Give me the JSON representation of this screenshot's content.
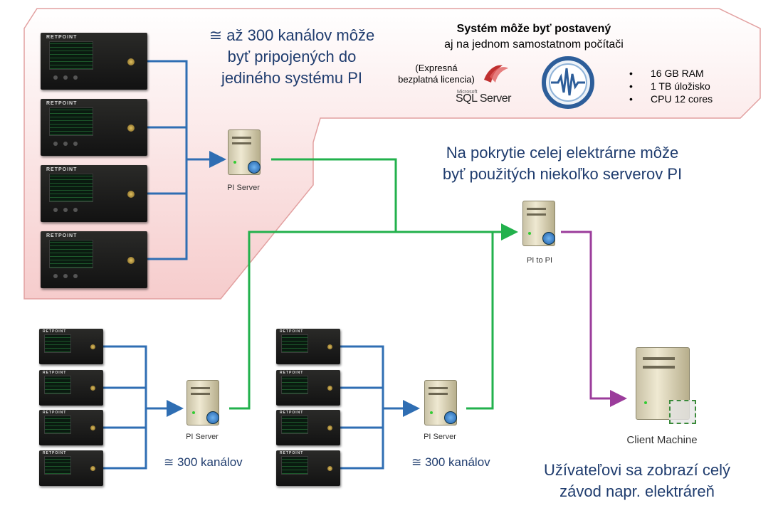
{
  "top_left_note": [
    "≅ až 300 kanálov môže",
    "byť pripojených do",
    "jediného systému PI"
  ],
  "standalone": {
    "title": "Systém môže byť postavený",
    "subtitle": "aj na jednom samostatnom počítači",
    "license_note": "(Expresná\nbezplatná licencia)",
    "sql_vendor": "Microsoft",
    "sql_logo": "SQL Server",
    "specs": [
      "16 GB RAM",
      "1 TB úložisko",
      "CPU 12 cores"
    ]
  },
  "multi_server_note": [
    "Na pokrytie celej elektrárne môže",
    "byť použitých niekoľko serverov PI"
  ],
  "servers": {
    "top": "PI Server",
    "pi_to_pi": "PI to PI",
    "bottom_left": "PI Server",
    "bottom_mid": "PI Server",
    "client": "Client Machine"
  },
  "channel_labels": [
    "≅ 300 kanálov",
    "≅ 300 kanálov"
  ],
  "device_brand": "RETPOINT",
  "user_note": [
    "Užívateľovi sa zobrazí celý",
    "závod napr. elektráreň"
  ],
  "colors": {
    "blue_line": "#2f6eb3",
    "green_line": "#22b14c",
    "purple_line": "#9b3c9b",
    "highlight_bg": "#f8d6d6",
    "text_blue": "#1f3c6e"
  },
  "icons": [
    "sql-server-icon",
    "waveform-icon",
    "server-icon",
    "database-icon",
    "client-tools-icon"
  ]
}
